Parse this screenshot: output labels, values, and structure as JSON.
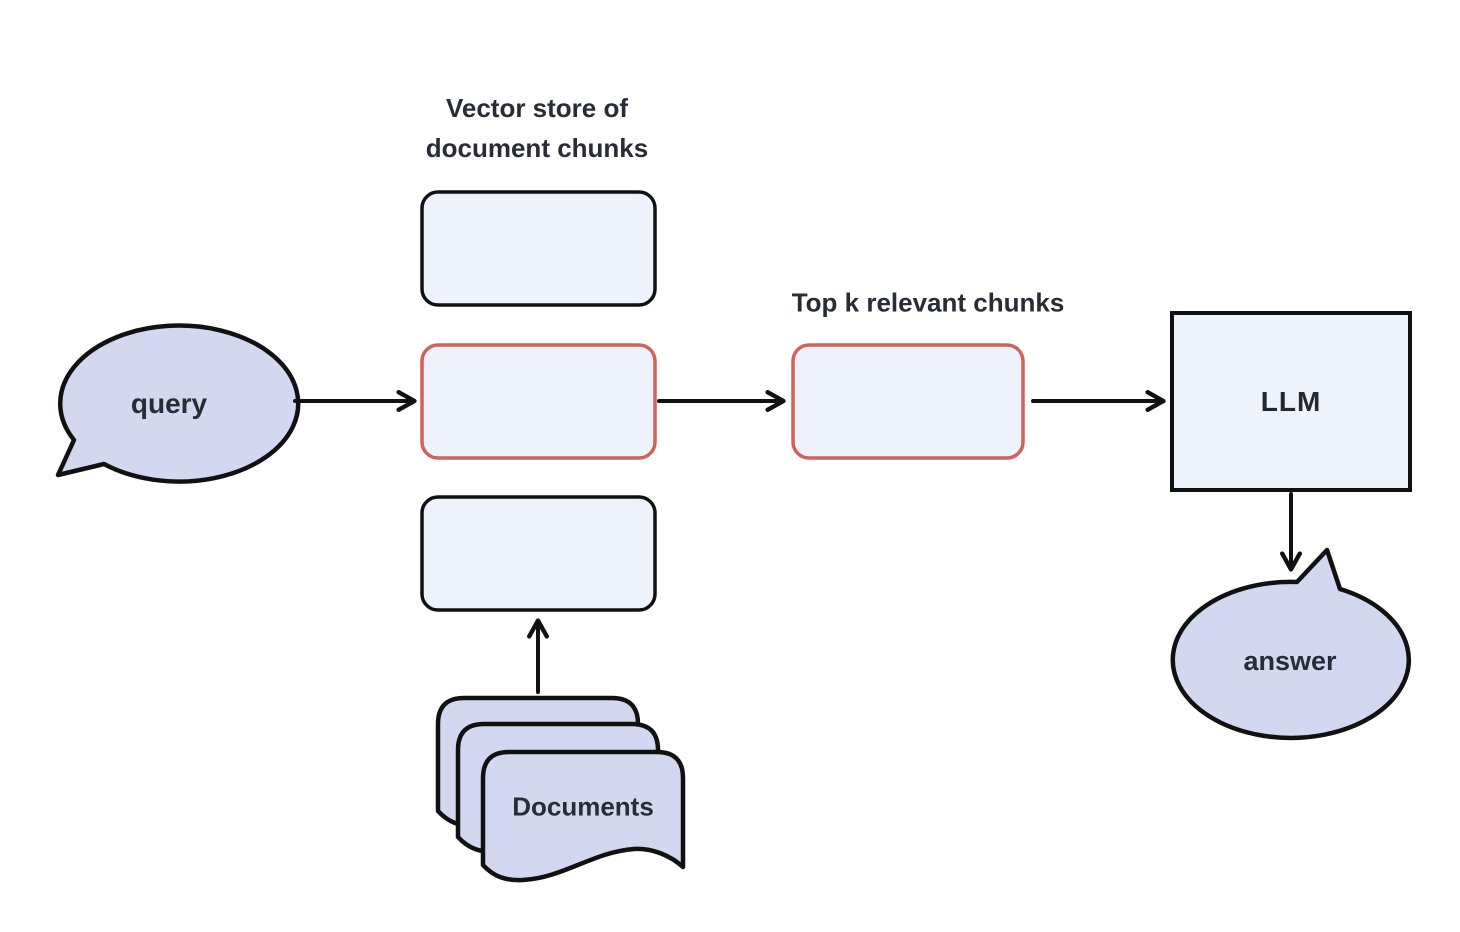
{
  "diagram": {
    "titles": {
      "vector_store": "Vector store of document chunks",
      "top_k": "Top k relevant chunks"
    },
    "nodes": {
      "query_label": "query",
      "llm_label": "LLM",
      "answer_label": "answer",
      "documents_label": "Documents"
    },
    "colors": {
      "background": "#ffffff",
      "chunk_box_fill": "#eef2fb",
      "bubble_fill": "#d3d8f0",
      "outline": "#111111",
      "highlight_border": "#d4605a",
      "text": "#272c36"
    },
    "edges": [
      {
        "from": "query-bubble",
        "to": "vector-store-chunk-middle"
      },
      {
        "from": "vector-store-chunk-middle",
        "to": "top-k-chunk-box"
      },
      {
        "from": "top-k-chunk-box",
        "to": "llm-box"
      },
      {
        "from": "llm-box",
        "to": "answer-bubble"
      },
      {
        "from": "documents-stack",
        "to": "vector-store-chunk-bottom"
      }
    ]
  }
}
